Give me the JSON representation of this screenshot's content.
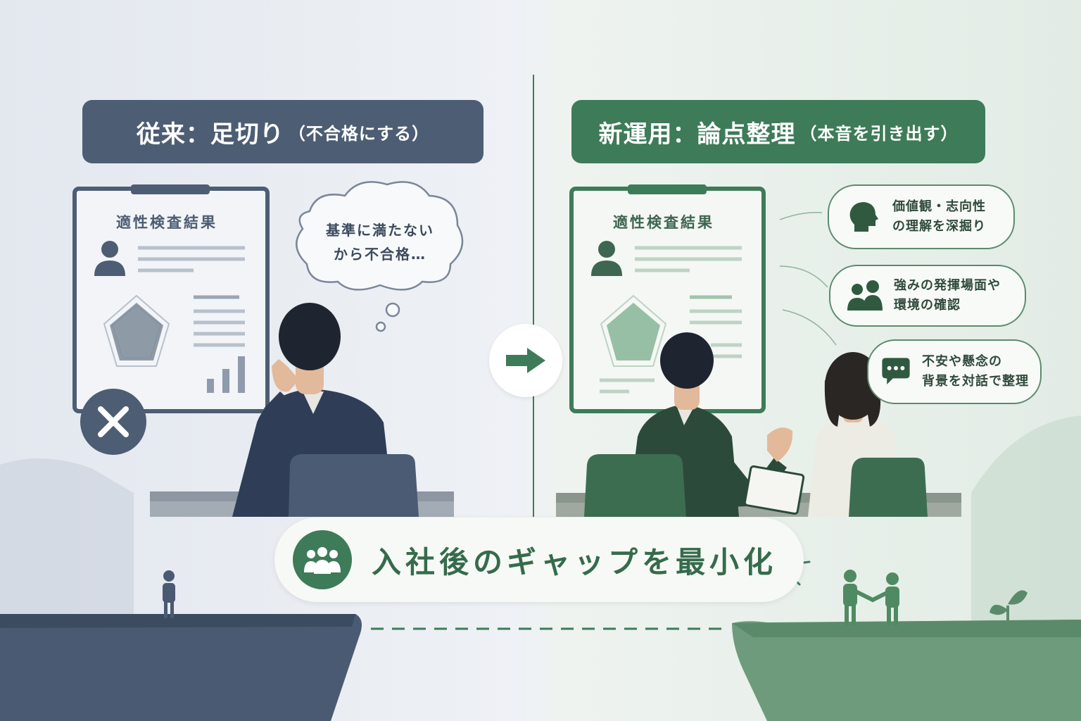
{
  "left": {
    "title": "従来：足切り",
    "title_sub": "（不合格にする）",
    "sheet_title": "適性検査結果",
    "thought_line1": "基準に満たない",
    "thought_line2": "から不合格…"
  },
  "right": {
    "title": "新運用：論点整理",
    "title_sub": "（本音を引き出す）",
    "sheet_title": "適性検査結果",
    "points": [
      {
        "icon": "head-profile-icon",
        "line1": "価値観・志向性",
        "line2": "の理解を深掘り"
      },
      {
        "icon": "two-people-icon",
        "line1": "強みの発揮場面や",
        "line2": "環境の確認"
      },
      {
        "icon": "speech-bubble-icon",
        "line1": "不安や懸念の",
        "line2": "背景を対話で整理"
      }
    ]
  },
  "banner": {
    "text": "入社後のギャップを最小化",
    "icon": "group-people-icon"
  },
  "colors": {
    "left_accent": "#4d5d73",
    "right_accent": "#3e7b58",
    "banner_text": "#356b4c"
  }
}
